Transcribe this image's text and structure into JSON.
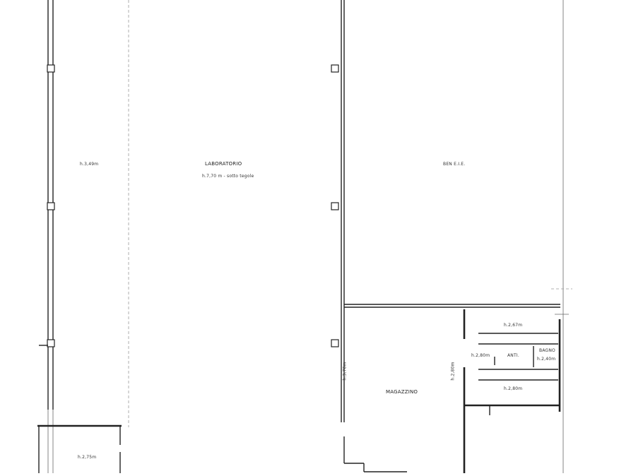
{
  "rooms": {
    "left_height": "h.3,49m",
    "laboratorio_name": "LABORATORIO",
    "laboratorio_height": "h.7,70 m - sotto tegole",
    "right_top": "BEN E.I.E.",
    "magazzino": "MAGAZZINO",
    "magazzino_wall_height": "h.3,70m",
    "room_a_height": "h.2,67m",
    "corridor_height": "h.2,80m",
    "wc_1": "ANTI.",
    "wc_2": "BAGNO",
    "wc_2_height": "h.2,40m",
    "side_height": "h.2,80m",
    "room_b_height": "h.2,80m",
    "bottom_left_height": "h.2,75m"
  }
}
